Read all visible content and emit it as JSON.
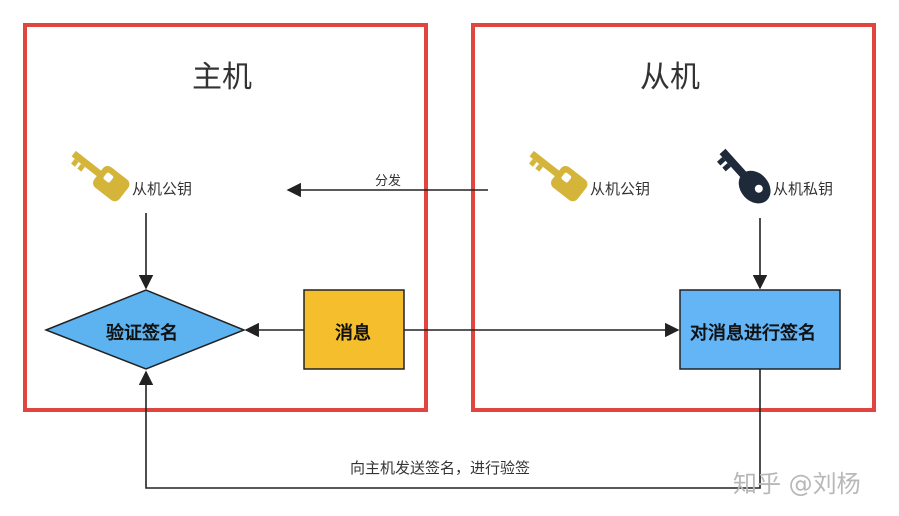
{
  "host": {
    "title": "主机"
  },
  "slave": {
    "title": "从机"
  },
  "host_key_label": "从机公钥",
  "slave_public_key_label": "从机公钥",
  "slave_private_key_label": "从机私钥",
  "distribute_label": "分发",
  "verify_label": "验证签名",
  "message_label": "消息",
  "sign_label": "对消息进行签名",
  "return_label": "向主机发送签名，进行验签",
  "watermark": "知乎 @刘杨",
  "colors": {
    "frame_red": "#e0463f",
    "diamond_blue": "#5cb3f0",
    "message_yellow": "#f5be2c",
    "sign_blue": "#64b5f6",
    "gold_key": "#d4b53a",
    "dark_key": "#1e2a3a"
  }
}
